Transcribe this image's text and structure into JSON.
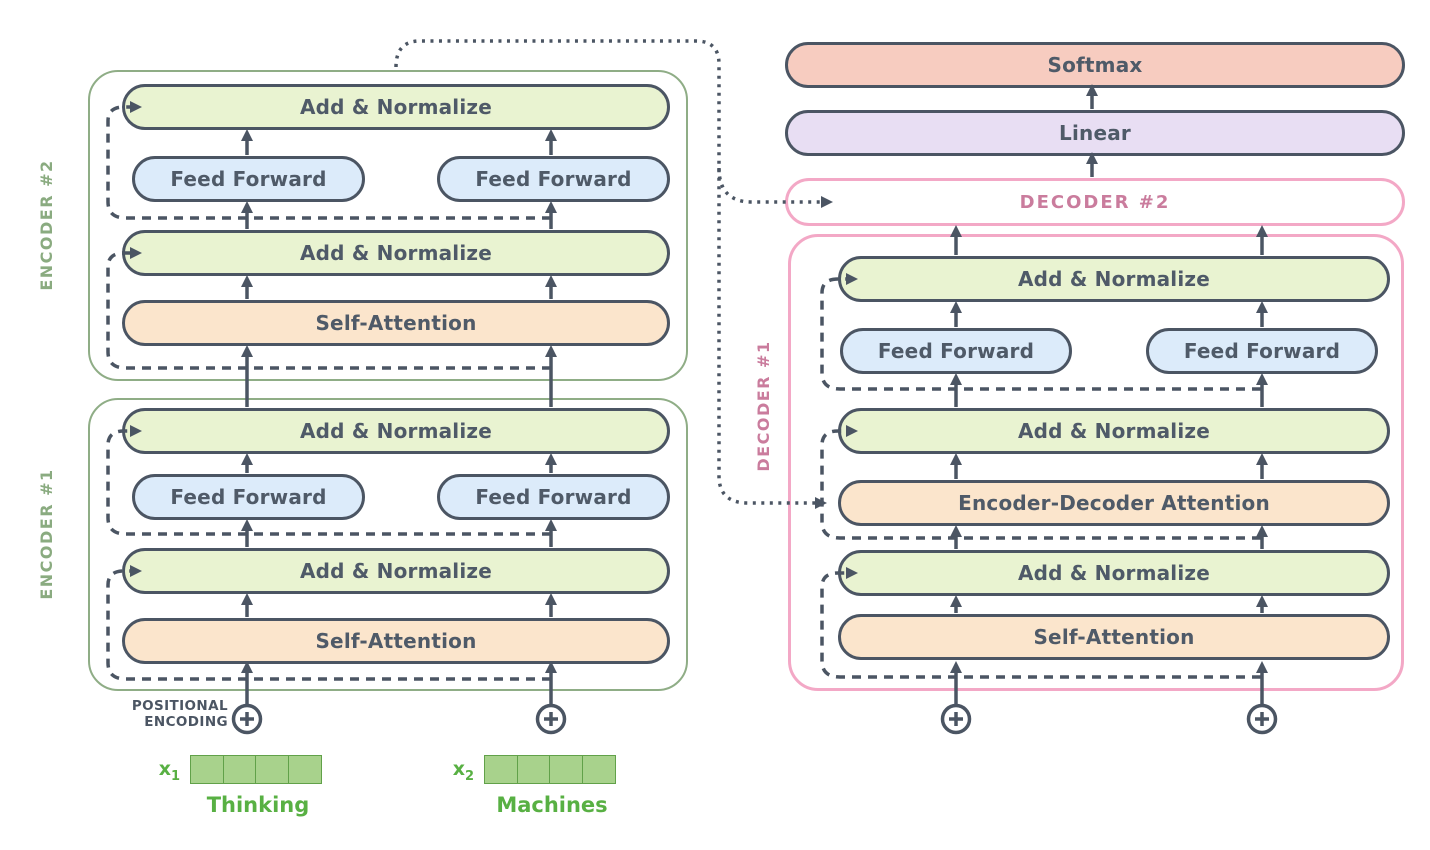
{
  "colors": {
    "slate": "#4b5563",
    "add_normalize_fill": "#e9f3d1",
    "feed_forward_fill": "#dcebfa",
    "attention_fill": "#fbe5cc",
    "softmax_fill": "#f7ccc0",
    "linear_fill": "#e8def3",
    "encoder_green": "#8fad86",
    "decoder_pink": "#f3a8c6",
    "decoder_label_pink": "#ca7c9d",
    "embedding_green": "#58b043"
  },
  "encoder2": {
    "label": "ENCODER #2",
    "add_norm_top": "Add & Normalize",
    "feed_forward_left": "Feed Forward",
    "feed_forward_right": "Feed Forward",
    "add_norm_mid": "Add & Normalize",
    "self_attention": "Self-Attention"
  },
  "encoder1": {
    "label": "ENCODER #1",
    "add_norm_top": "Add & Normalize",
    "feed_forward_left": "Feed Forward",
    "feed_forward_right": "Feed Forward",
    "add_norm_mid": "Add & Normalize",
    "self_attention": "Self-Attention"
  },
  "decoder2": {
    "label": "DECODER #2"
  },
  "decoder1": {
    "label": "DECODER #1",
    "add_norm_top": "Add & Normalize",
    "feed_forward_left": "Feed Forward",
    "feed_forward_right": "Feed Forward",
    "add_norm_mid": "Add & Normalize",
    "encoder_decoder_attention": "Encoder-Decoder Attention",
    "add_norm_bottom": "Add & Normalize",
    "self_attention": "Self-Attention"
  },
  "output_head": {
    "softmax": "Softmax",
    "linear": "Linear"
  },
  "positional_encoding_label": {
    "line1": "POSITIONAL",
    "line2": "ENCODING"
  },
  "embeddings": [
    {
      "symbol": "x",
      "subscript": "1",
      "word": "Thinking"
    },
    {
      "symbol": "x",
      "subscript": "2",
      "word": "Machines"
    }
  ]
}
